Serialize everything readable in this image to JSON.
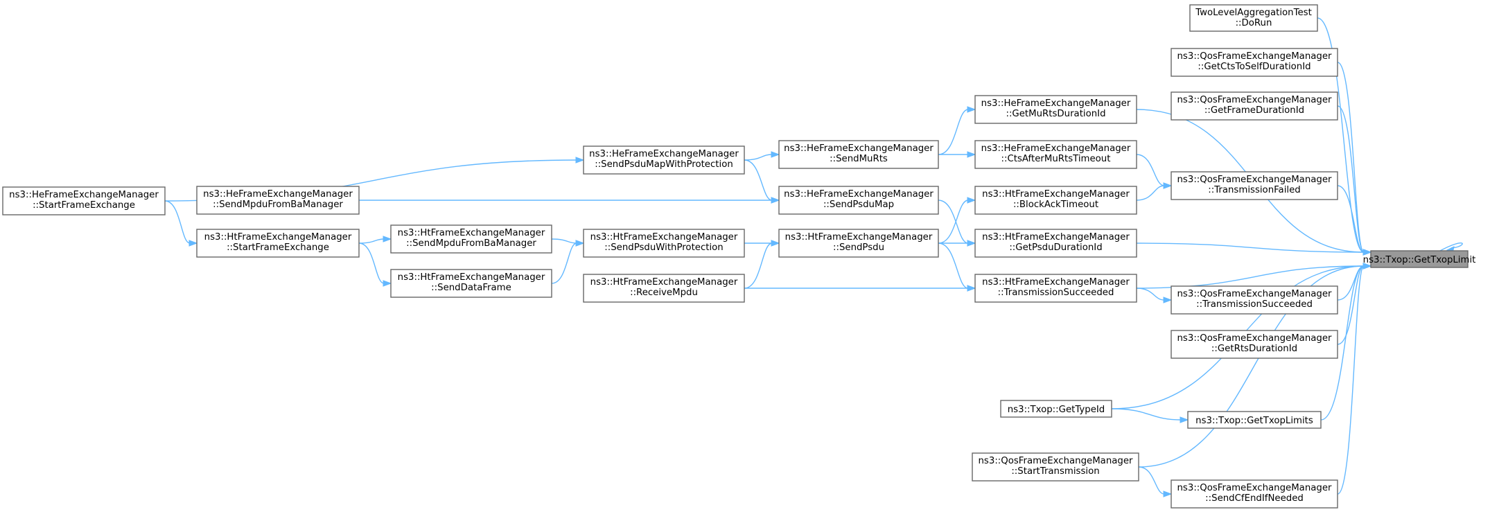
{
  "diagram": {
    "type": "call-graph",
    "target": "ns3::Txop::GetTxopLimit",
    "colors": {
      "edge": "#63b8ff",
      "node_border": "#666666",
      "node_fill": "#ffffff",
      "target_fill": "#999999"
    },
    "nodes": [
      {
        "id": "target",
        "lines": [
          "ns3::Txop::GetTxopLimit"
        ]
      },
      {
        "id": "tlat_dorun",
        "lines": [
          "TwoLevelAggregationTest",
          "::DoRun"
        ]
      },
      {
        "id": "qfem_ctsself",
        "lines": [
          "ns3::QosFrameExchangeManager",
          "::GetCtsToSelfDurationId"
        ]
      },
      {
        "id": "qfem_framedur",
        "lines": [
          "ns3::QosFrameExchangeManager",
          "::GetFrameDurationId"
        ]
      },
      {
        "id": "qfem_txfailed",
        "lines": [
          "ns3::QosFrameExchangeManager",
          "::TransmissionFailed"
        ]
      },
      {
        "id": "qfem_txsucc",
        "lines": [
          "ns3::QosFrameExchangeManager",
          "::TransmissionSucceeded"
        ]
      },
      {
        "id": "qfem_rtsdur",
        "lines": [
          "ns3::QosFrameExchangeManager",
          "::GetRtsDurationId"
        ]
      },
      {
        "id": "txop_gettxoplimits",
        "lines": [
          "ns3::Txop::GetTxopLimits"
        ]
      },
      {
        "id": "qfem_sendcfend",
        "lines": [
          "ns3::QosFrameExchangeManager",
          "::SendCfEndIfNeeded"
        ]
      },
      {
        "id": "hefem_getmurtsdur",
        "lines": [
          "ns3::HeFrameExchangeManager",
          "::GetMuRtsDurationId"
        ]
      },
      {
        "id": "hefem_ctsaftermurts",
        "lines": [
          "ns3::HeFrameExchangeManager",
          "::CtsAfterMuRtsTimeout"
        ]
      },
      {
        "id": "htfem_blockacktimeout",
        "lines": [
          "ns3::HtFrameExchangeManager",
          "::BlockAckTimeout"
        ]
      },
      {
        "id": "htfem_getpsdudur",
        "lines": [
          "ns3::HtFrameExchangeManager",
          "::GetPsduDurationId"
        ]
      },
      {
        "id": "htfem_txsucc",
        "lines": [
          "ns3::HtFrameExchangeManager",
          "::TransmissionSucceeded"
        ]
      },
      {
        "id": "txop_gettypeid",
        "lines": [
          "ns3::Txop::GetTypeId"
        ]
      },
      {
        "id": "qfem_starttx",
        "lines": [
          "ns3::QosFrameExchangeManager",
          "::StartTransmission"
        ]
      },
      {
        "id": "hefem_sendmurts",
        "lines": [
          "ns3::HeFrameExchangeManager",
          "::SendMuRts"
        ]
      },
      {
        "id": "hefem_sendpsdumap",
        "lines": [
          "ns3::HeFrameExchangeManager",
          "::SendPsduMap"
        ]
      },
      {
        "id": "htfem_sendpsdu",
        "lines": [
          "ns3::HtFrameExchangeManager",
          "::SendPsdu"
        ]
      },
      {
        "id": "hefem_sendpsdumapwp",
        "lines": [
          "ns3::HeFrameExchangeManager",
          "::SendPsduMapWithProtection"
        ]
      },
      {
        "id": "htfem_sendpsduwp",
        "lines": [
          "ns3::HtFrameExchangeManager",
          "::SendPsduWithProtection"
        ]
      },
      {
        "id": "htfem_receivempdu",
        "lines": [
          "ns3::HtFrameExchangeManager",
          "::ReceiveMpdu"
        ]
      },
      {
        "id": "hefem_sendmpdufromba",
        "lines": [
          "ns3::HeFrameExchangeManager",
          "::SendMpduFromBaManager"
        ]
      },
      {
        "id": "htfem_sendmpdufromba",
        "lines": [
          "ns3::HtFrameExchangeManager",
          "::SendMpduFromBaManager"
        ]
      },
      {
        "id": "htfem_senddataframe",
        "lines": [
          "ns3::HtFrameExchangeManager",
          "::SendDataFrame"
        ]
      },
      {
        "id": "htfem_startfe",
        "lines": [
          "ns3::HtFrameExchangeManager",
          "::StartFrameExchange"
        ]
      },
      {
        "id": "hefem_startfe",
        "lines": [
          "ns3::HeFrameExchangeManager",
          "::StartFrameExchange"
        ]
      }
    ]
  }
}
